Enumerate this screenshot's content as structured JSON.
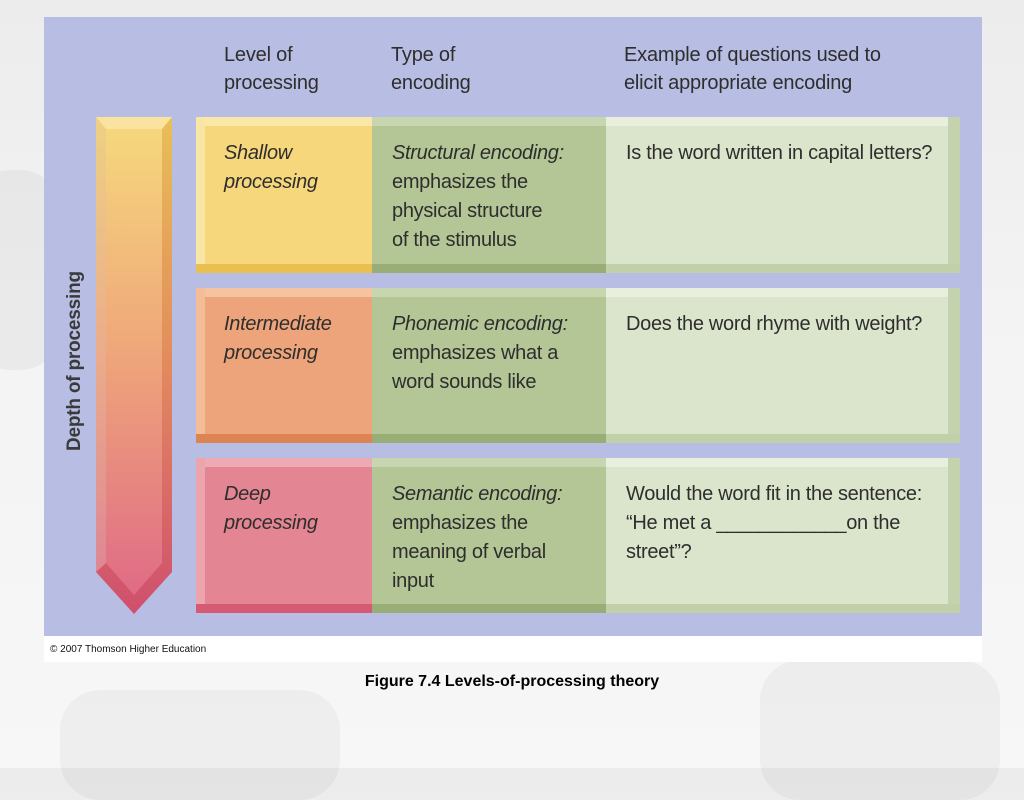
{
  "headers": {
    "level": "Level of\nprocessing",
    "type": "Type of\nencoding",
    "example": "Example of questions used to\nelicit appropriate encoding"
  },
  "depth_label": "Depth of processing",
  "rows": [
    {
      "level": "Shallow\nprocessing",
      "type_title": "Structural encoding:",
      "type_desc": "emphasizes the\nphysical structure\nof the stimulus",
      "example": "Is the word written in capital letters?",
      "color": "#f6d77c"
    },
    {
      "level": "Intermediate\nprocessing",
      "type_title": "Phonemic encoding:",
      "type_desc": "emphasizes what a\nword sounds like",
      "example": "Does the word rhyme with weight?",
      "color": "#eea47a"
    },
    {
      "level": "Deep\nprocessing",
      "type_title": "Semantic encoding:",
      "type_desc": "emphasizes the\nmeaning of verbal\ninput",
      "example": "Would the word fit in the sentence:\n“He met a ____________on the\nstreet”?",
      "color": "#e38592"
    }
  ],
  "colors": {
    "panel": "#b8bee3",
    "encoding_cell": "#b4c696",
    "example_cell": "#dbe5cb",
    "arrow_top": "#f6d77c",
    "arrow_bottom": "#e06b86"
  },
  "credit": "© 2007 Thomson Higher Education",
  "caption": "Figure 7.4  Levels-of-processing theory"
}
